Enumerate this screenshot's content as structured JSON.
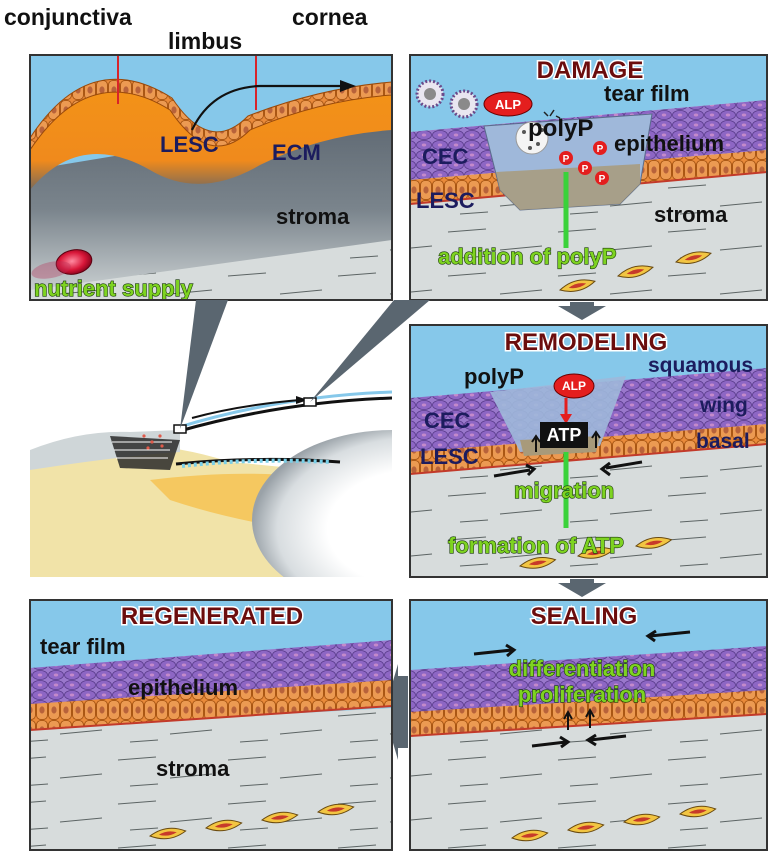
{
  "top_labels": {
    "conjunctiva": "conjunctiva",
    "limbus": "limbus",
    "cornea": "cornea"
  },
  "limbus_panel": {
    "lesc": "LESC",
    "ecm": "ECM",
    "stroma": "stroma",
    "nutrient_supply": "nutrient supply"
  },
  "damage_panel": {
    "title": "DAMAGE",
    "alp": "ALP",
    "tear_film": "tear film",
    "polyp": "polyP",
    "p_badge": "P",
    "cec": "CEC",
    "epithelium": "epithelium",
    "lesc": "LESC",
    "stroma": "stroma",
    "addition": "addition of polyP"
  },
  "remodeling_panel": {
    "title": "REMODELING",
    "polyp": "polyP",
    "alp": "ALP",
    "squamous": "squamous",
    "wing": "wing",
    "basal": "basal",
    "cec": "CEC",
    "atp": "ATP",
    "lesc": "LESC",
    "migration": "migration",
    "formation": "formation of ATP"
  },
  "regenerated_panel": {
    "title": "REGENERATED",
    "tear_film": "tear film",
    "epithelium": "epithelium",
    "stroma": "stroma"
  },
  "sealing_panel": {
    "title": "SEALING",
    "differentiation": "differentiation",
    "proliferation": "proliferation"
  },
  "colors": {
    "tear_film": "#7ec8ec",
    "epithelium": "#9070c8",
    "basal_cells": "#e98a3a",
    "ecm": "#f08a1c",
    "stroma": "#d7dcdc",
    "header": "#6b0d0d",
    "green_label": "#7ed321",
    "alp": "#e41e1e"
  }
}
